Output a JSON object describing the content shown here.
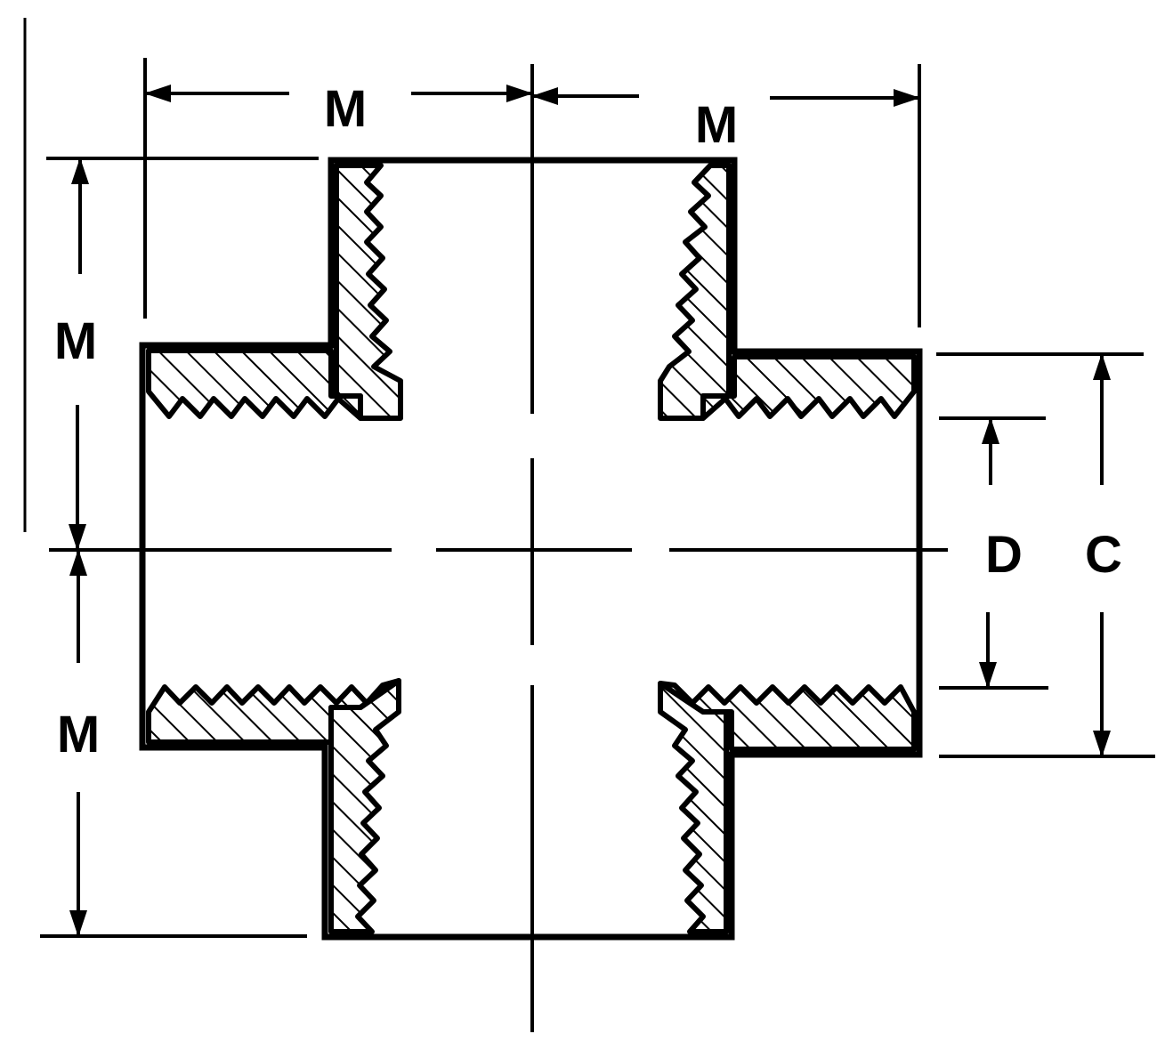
{
  "diagram": {
    "labels": {
      "m_top_left": "M",
      "m_top_right": "M",
      "m_left_upper": "M",
      "m_left_lower": "M",
      "d": "D",
      "c": "C"
    }
  },
  "colors": {
    "ink": "#000000",
    "paper": "#ffffff"
  }
}
